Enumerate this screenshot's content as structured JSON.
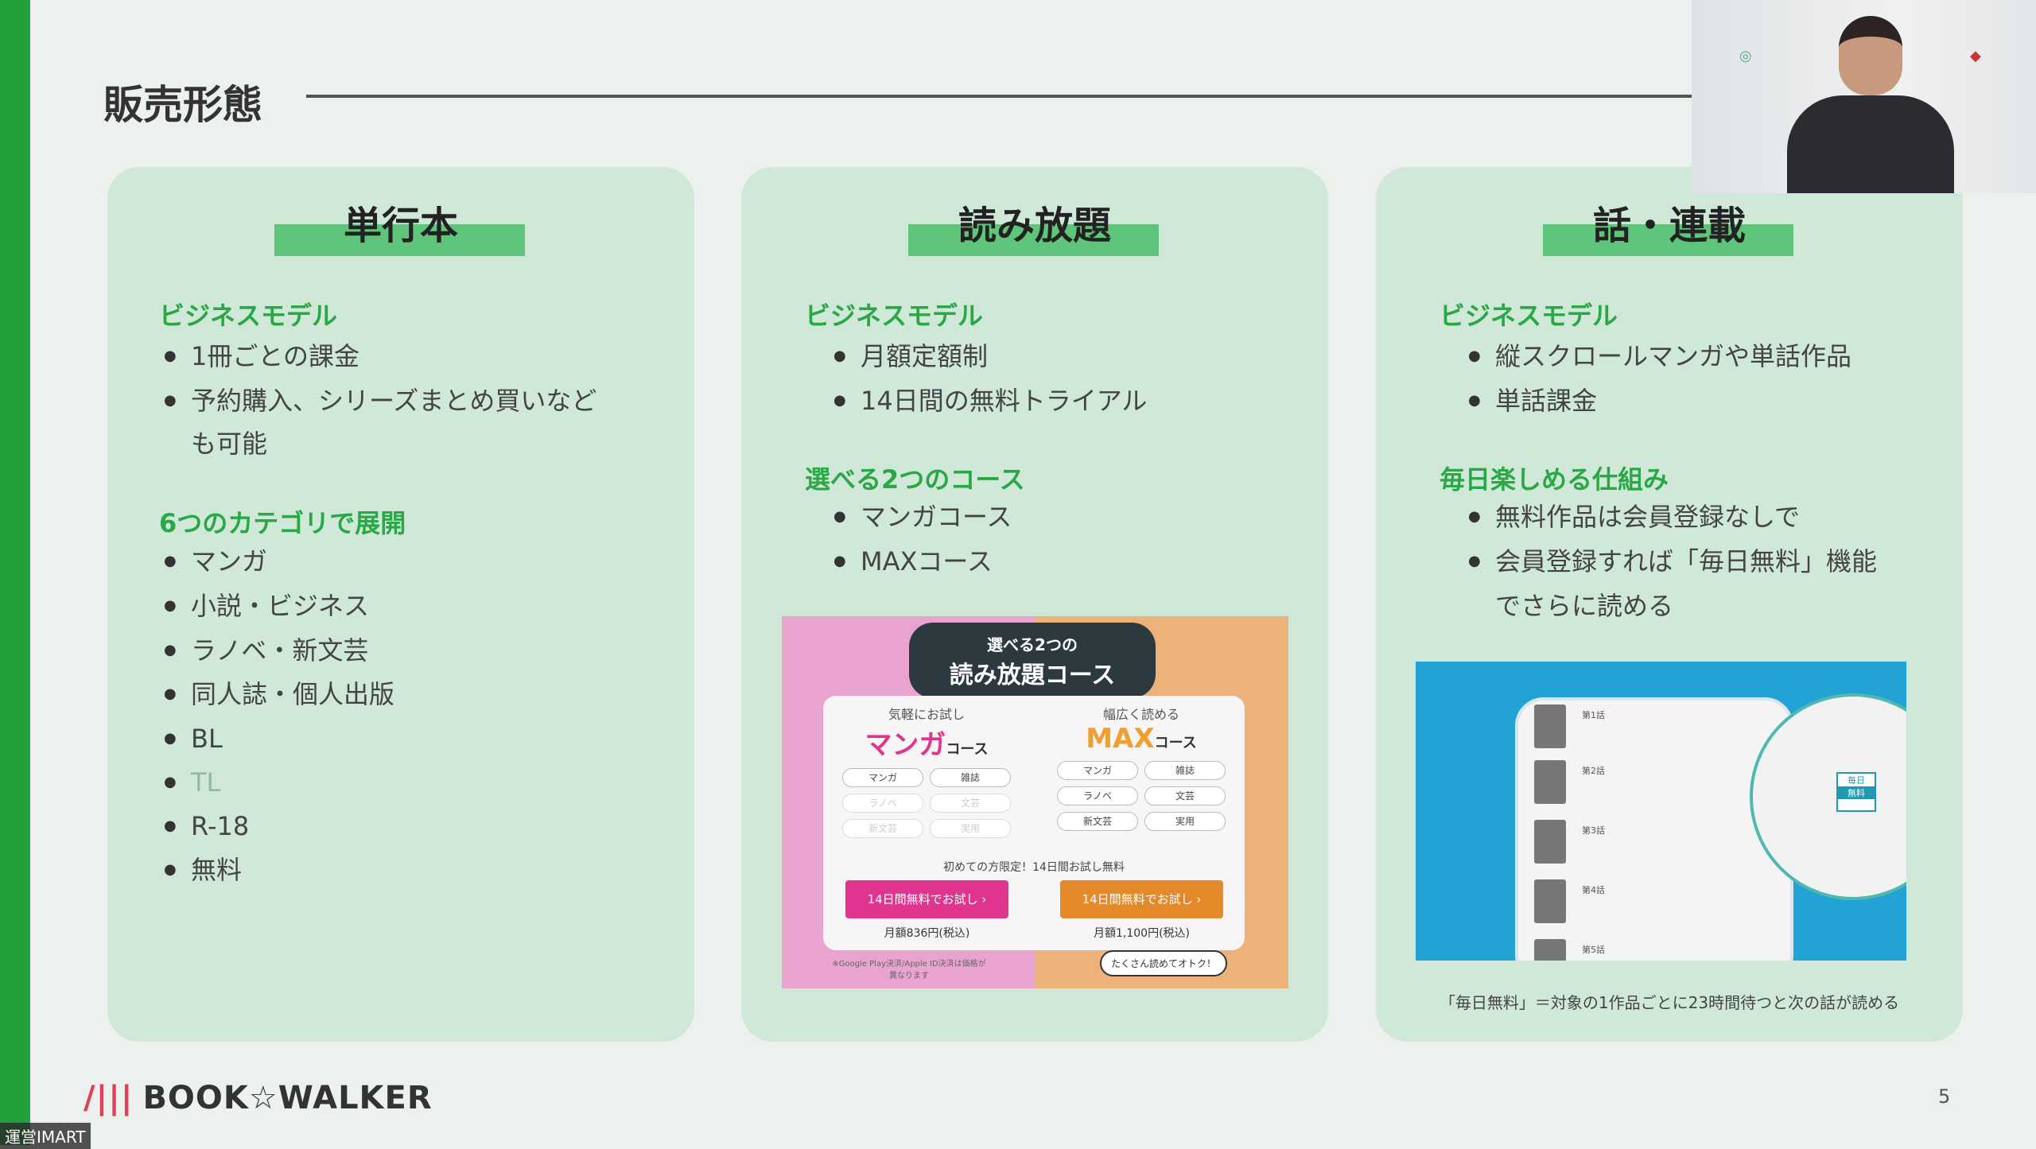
{
  "slide": {
    "title": "販売形態",
    "page_number": "5",
    "logo_text": "BOOK☆WALKER",
    "overlay_text": "運営IMART"
  },
  "colors": {
    "accent": "#2aa845",
    "sidebar": "#22a03c",
    "card_bg": "#cfe8d8",
    "header_bar": "#5fc57a"
  },
  "cards": [
    {
      "title": "単行本",
      "sections": [
        {
          "heading": "ビジネスモデル",
          "bullets": [
            "1冊ごとの課金",
            "予約購入、シリーズまとめ買いなど",
            "も可能"
          ]
        },
        {
          "heading": "6つのカテゴリで展開",
          "bullets": [
            "マンガ",
            "小説・ビジネス",
            "ラノベ・新文芸",
            "同人誌・個人出版",
            "BL",
            "TL",
            "R-18",
            "無料"
          ]
        }
      ]
    },
    {
      "title": "読み放題",
      "sections": [
        {
          "heading": "ビジネスモデル",
          "bullets": [
            "月額定額制",
            "14日間の無料トライアル"
          ]
        },
        {
          "heading": "選べる2つのコース",
          "bullets": [
            "マンガコース",
            "MAXコース"
          ]
        }
      ],
      "image": {
        "banner_small": "選べる2つの",
        "banner_big": "読み放題コース",
        "manga": {
          "sub": "気軽にお試し",
          "name": "マンガ",
          "suffix": "コース",
          "chips": [
            "マンガ",
            "雑誌",
            "ラノベ",
            "文芸",
            "新文芸",
            "実用"
          ],
          "button": "14日間無料でお試し ›",
          "price": "月額836円(税込)"
        },
        "max": {
          "sub": "幅広く読める",
          "name": "MAX",
          "suffix": "コース",
          "chips": [
            "マンガ",
            "雑誌",
            "ラノベ",
            "文芸",
            "新文芸",
            "実用"
          ],
          "button": "14日間無料でお試し ›",
          "price": "月額1,100円(税込)"
        },
        "notice": "初めての方限定！14日間お試し無料",
        "fine": "※Google Play決済/Apple ID決済は価格が異なります",
        "bubble": "たくさん読めてオトク！"
      }
    },
    {
      "title": "話・連載",
      "sections": [
        {
          "heading": "ビジネスモデル",
          "bullets": [
            "縦スクロールマンガや単話作品",
            "単話課金"
          ]
        },
        {
          "heading": "毎日楽しめる仕組み",
          "bullets": [
            "無料作品は会員登録なしで",
            "会員登録すれば「毎日無料」機能",
            "でさらに読める"
          ]
        }
      ],
      "image": {
        "rows": [
          "第1話",
          "第2話",
          "第3話",
          "第4話",
          "第5話"
        ],
        "badge_top": "毎日",
        "badge_bottom": "無料"
      },
      "caption": "「毎日無料」＝対象の1作品ごとに23時間待つと次の話が読める"
    }
  ]
}
